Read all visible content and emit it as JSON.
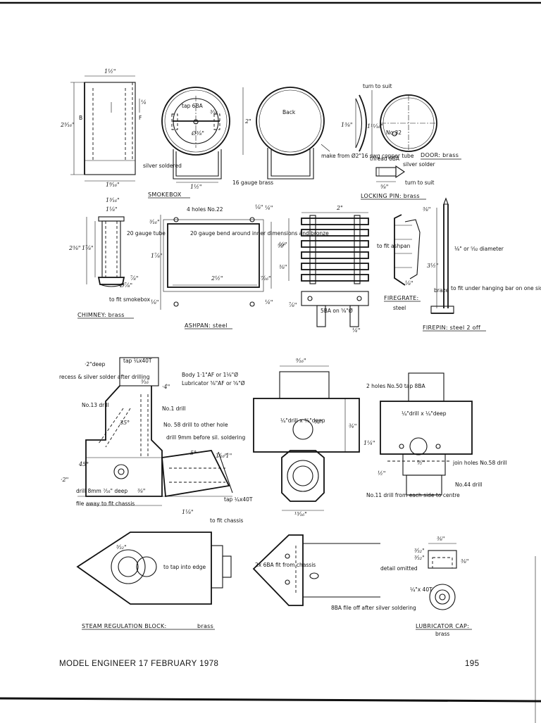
{
  "smokebox": {
    "title": "SMOKEBOX",
    "d_top": "1½\"",
    "d_left": "2⁵⁄₁₆\"",
    "mark_b": "B",
    "mark_f": "F",
    "d_quarter": "¼",
    "silver_soldered": "silver soldered",
    "d_bottom": "1⁹⁄₁₆\"",
    "tap_6ba": "tap 6BA",
    "d_3_16": "³⁄₁₆",
    "d_dia_3_8": "Ø³⁄₈\"",
    "d_2": "2\"",
    "d_1_half": "1½\"",
    "back": "Back",
    "make_from": "make from Ø2\"16 swg copper tube",
    "gauge_brass": "16 gauge brass"
  },
  "door": {
    "title": "DOOR: brass",
    "turn_to_suit": "turn to suit",
    "d_1_3_8": "1⅜\"",
    "d_1_11_16": "1¹¹⁄₁₆\"",
    "no32": "No.32",
    "thread_6ba": "thread 6BA",
    "silver_solder": "silver solder",
    "d_5_8": "⅝\"",
    "turn_to_suit2": "turn to suit",
    "locking_pin": "LOCKING PIN: brass"
  },
  "chimney": {
    "title": "CHIMNEY: brass",
    "d_top": "1³⁄₁₆\"",
    "d_top2": "1⅛\"",
    "gauge_tube": "20 gauge tube",
    "d_left": "2⅜\"",
    "d_left2": "1⅞\"",
    "d_dia": "Ø⅞\"",
    "d_7_8": "⅞\"",
    "to_fit": "to fit smokebox"
  },
  "ashpan": {
    "title": "ASHPAN: steel",
    "four_holes": "4 holes No.22",
    "d_1_8": "⅛\"",
    "d_1_4": "¼\"",
    "d_3_16": "³⁄₁₆\"",
    "gauge_note": "20 gauge bend around inner dimensions and bronze",
    "d_1_7_8": "1⅞\"",
    "d_5_8": "⅝\"",
    "d_2_half": "2½\"",
    "d_7_16": "⁷⁄₁₆\"",
    "d_1_8b": "⅛\"",
    "d_1_4b": "¼\""
  },
  "firegrate": {
    "title": "FIREGRATE:",
    "material": "steel",
    "d_2": "2\"",
    "to_fit_ashpan": "to fit ashpan",
    "d_1_4": "¼\"",
    "d_3_8": "⅜\"",
    "d_1_8": "⅛\"",
    "d_7_8": "⅞\"",
    "five_ba": "5BA on ⅝\"Ø",
    "d_1_4b": "¼\""
  },
  "firepin": {
    "title": "FIREPIN: steel 2 off",
    "d_top": "⅜\"",
    "dia": "⅛\" or ⁵⁄₃₂ diameter",
    "d_3_half": "3½\"",
    "braze": "braze",
    "fit_note": "to fit under hanging bar on one side only"
  },
  "block": {
    "deep_2": "·2\"deep",
    "tap_40t": "tap ¼x40T",
    "recess": "recess & silver solder after drilling",
    "d_5_16": "⁵⁄₁₆",
    "d_4": "·4\"",
    "body": "Body 1·1\"AF or 1⅛\"Ø",
    "lubricator": "Lubricator ⅝\"AF or ⅝\"Ø",
    "no13": "No.13 drill",
    "no1": "No.1 drill",
    "angle35": "35°",
    "no58": "No. 58 drill to other hole",
    "drill9": "drill 9mm before sil. soldering",
    "angle45": "45°",
    "angle5": "5°",
    "d_1_16": "1⁄₁₆\"",
    "d_1": "·1\"",
    "d_2b": "·2\"",
    "drill8": "drill 8mm ⁷⁄₁₆\" deep",
    "d_3_8": "⅜\"",
    "file_away": "file away to fit chassis",
    "d_1_1_8": "1⅛\"",
    "tap_40t_2": "tap ¼x40T",
    "to_fit_chassis": "to fit chassis",
    "d_9_16": "⁹⁄₁₆\"",
    "drill_x": "¼\"drill x ⅜\"deep",
    "d_5_8": "⅝\"",
    "d_3_4": "¾\"",
    "d_1_1_4": "1¼\"",
    "d_15_16": "¹⁵⁄₁₆\"",
    "two_holes": "2 holes No.50 tap 8BA",
    "drill_x2": "¼\"drill x ¼\"deep",
    "d_1_half": "½\"",
    "d_1_2": "½\"",
    "join_holes": "join holes No.58 drill",
    "no44": "No.44 drill",
    "no11": "No.11 drill from each side to centre"
  },
  "bottom": {
    "steam_title": "STEAM REGULATION BLOCK:",
    "steam_mat": "brass",
    "d_5_32": "⁵⁄₃₂\"",
    "to_tap": "to tap into edge",
    "two_6ba": "2x 6BA fit from chassis",
    "detail_omitted": "detail omitted",
    "eight_ba": "8BA file off after silver soldering",
    "cap_title": "LUBRICATOR CAP:",
    "cap_mat": "brass",
    "cap_3_8": "⅜\"",
    "cap_3_32": "³⁄₃₂\"",
    "cap_3_32b": "³⁄₃₂\"",
    "cap_3_8b": "⅜\"",
    "cap_thread": "¼\"x 40T"
  },
  "footer": {
    "magazine": "MODEL ENGINEER 17 FEBRUARY 1978",
    "page": "195"
  }
}
